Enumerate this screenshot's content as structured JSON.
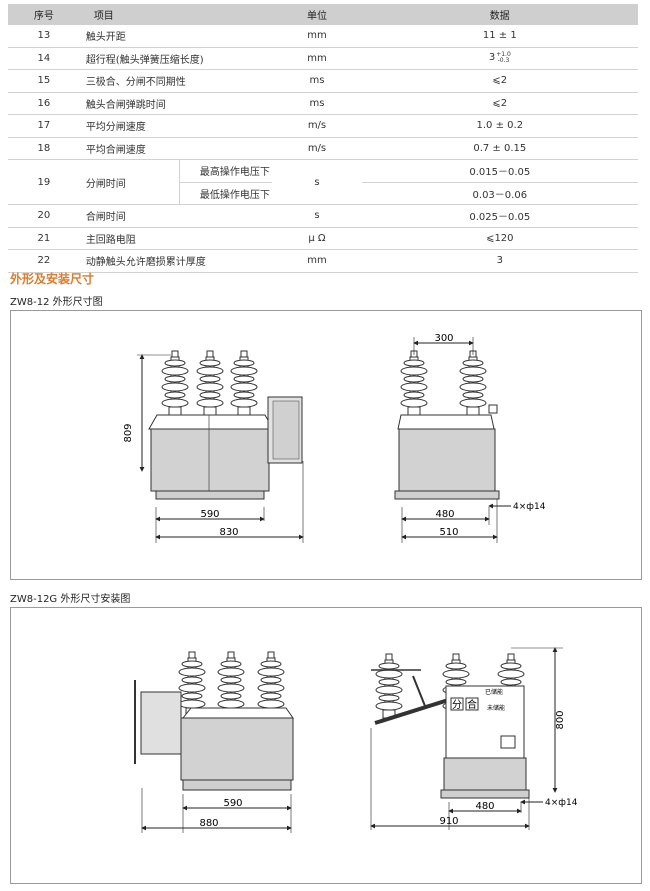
{
  "table": {
    "headers": {
      "no": "序号",
      "item": "项目",
      "unit": "单位",
      "value": "数据"
    },
    "rows": [
      {
        "no": "13",
        "item": "触头开距",
        "unit": "mm",
        "value": "11 ± 1"
      },
      {
        "no": "14",
        "item": "超行程(触头弹簧压缩长度)",
        "unit": "mm",
        "value": "3",
        "tol_upper": "+1.0",
        "tol_lower": "-0.3"
      },
      {
        "no": "15",
        "item": "三极合、分闸不同期性",
        "unit": "ms",
        "value": "⩽2"
      },
      {
        "no": "16",
        "item": "触头合闸弹跳时间",
        "unit": "ms",
        "value": "⩽2"
      },
      {
        "no": "17",
        "item": "平均分闸速度",
        "unit": "m/s",
        "value": "1.0 ± 0.2"
      },
      {
        "no": "18",
        "item": "平均合闸速度",
        "unit": "m/s",
        "value": "0.7 ± 0.15"
      },
      {
        "no": "19",
        "item": "分闸时间",
        "sub1": "最高操作电压下",
        "sub2": "最低操作电压下",
        "unit": "s",
        "value1": "0.015－0.05",
        "value2": "0.03－0.06"
      },
      {
        "no": "20",
        "item": "合闸时间",
        "unit": "s",
        "value": "0.025－0.05"
      },
      {
        "no": "21",
        "item": "主回路电阻",
        "unit": "μ Ω",
        "value": "⩽120"
      },
      {
        "no": "22",
        "item": "动静触头允许磨损累计厚度",
        "unit": "mm",
        "value": "3"
      }
    ]
  },
  "section_title": "外形及安装尺寸",
  "fig1": {
    "caption": "ZW8-12 外形尺寸图",
    "front": {
      "height": "809",
      "w1": "590",
      "w2": "830"
    },
    "side": {
      "top": "300",
      "w1": "480",
      "w2": "510",
      "holes": "4×ф14"
    }
  },
  "fig2": {
    "caption": "ZW8-12G 外形尺寸安装图",
    "front": {
      "w1": "590",
      "w2": "880"
    },
    "side": {
      "height": "800",
      "w1": "480",
      "w2": "910",
      "holes": "4×ф14",
      "label_open": "分",
      "label_close": "合",
      "label_stored": "已储能",
      "label_unstored": "未储能"
    }
  }
}
